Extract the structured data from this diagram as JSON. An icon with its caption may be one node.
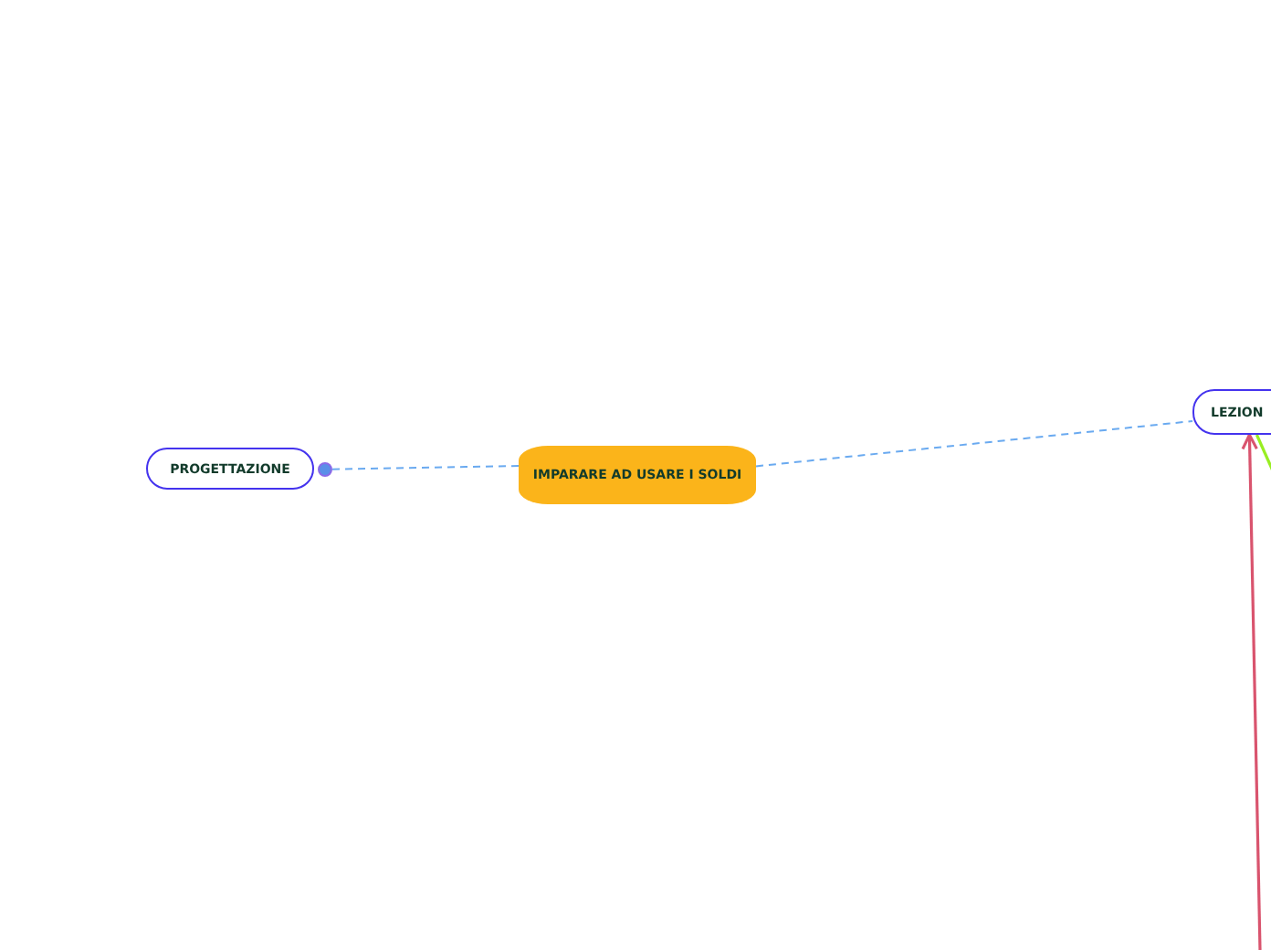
{
  "diagram": {
    "nodes": [
      {
        "text": [
          "IMPARARE AD USARE I SOLDI"
        ]
      },
      {
        "text": [
          "PROGETTAZIONE"
        ]
      },
      {
        "text": [
          "LEZION"
        ]
      }
    ],
    "edges": [
      {
        "from": 0,
        "to": 1,
        "arrow": "none",
        "style": "dashed"
      },
      {
        "from": 0,
        "to": 2,
        "arrow": "none",
        "style": "dashed"
      },
      {
        "from": null,
        "to": 2,
        "arrow": "to",
        "color": "#d9546e"
      },
      {
        "from": 2,
        "to": null,
        "arrow": "none",
        "color": "#99ee22"
      }
    ]
  }
}
